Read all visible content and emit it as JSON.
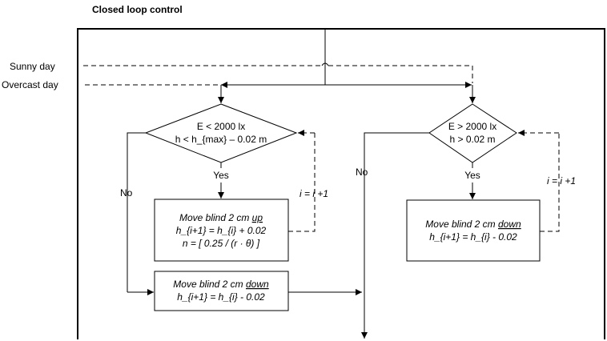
{
  "title": "Closed loop control",
  "inputs": {
    "sunny": "Sunny day",
    "overcast": "Overcast day"
  },
  "left_branch": {
    "decision_line1": "E < 2000 lx",
    "decision_line2": "h < h_{max} – 0.02 m",
    "yes": "Yes",
    "no": "No",
    "loop_label": "i = i +1",
    "up_box": {
      "line1_prefix": "Move blind 2 cm ",
      "line1_emph": "up",
      "line2": "h_{i+1}  = h_{i} + 0.02",
      "line3": "n = [ 0.25 / (r · θ) ]"
    },
    "down_box": {
      "line1_prefix": "Move blind 2 cm ",
      "line1_emph": "down",
      "line2": "h_{i+1}  = h_{i} - 0.02"
    }
  },
  "right_branch": {
    "decision_line1": "E > 2000 lx",
    "decision_line2": "h > 0.02 m",
    "yes": "Yes",
    "no": "No",
    "loop_label": "i = i +1",
    "down_box": {
      "line1_prefix": "Move blind 2 cm ",
      "line1_emph": "down",
      "line2": "h_{i+1}  = h_{i} - 0.02"
    }
  }
}
